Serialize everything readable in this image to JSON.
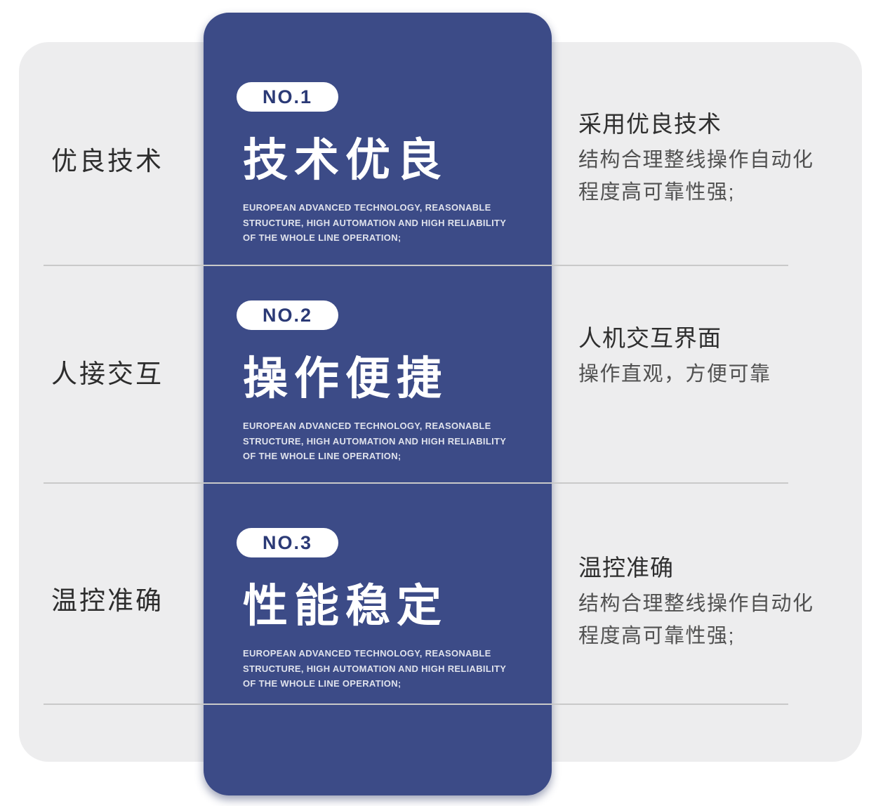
{
  "colors": {
    "page_background": "#ffffff",
    "panel_background": "#ededee",
    "blue_panel": "#3c4b87",
    "badge_background": "#ffffff",
    "badge_text": "#2b3a76",
    "divider": "#c9c9c9",
    "title_text": "#ffffff",
    "label_text": "#2d2d2d",
    "body_text": "#515151"
  },
  "sections": [
    {
      "badge": "NO.1",
      "title": "技术优良",
      "subtitle_en": "EUROPEAN ADVANCED TECHNOLOGY, REASONABLE\nSTRUCTURE, HIGH AUTOMATION AND HIGH RELIABILITY\nOF THE WHOLE LINE OPERATION;",
      "left_label": "优良技术",
      "right_heading": "采用优良技术",
      "right_body": "结构合理整线操作自动化\n程度高可靠性强;"
    },
    {
      "badge": "NO.2",
      "title": "操作便捷",
      "subtitle_en": "EUROPEAN ADVANCED TECHNOLOGY, REASONABLE\nSTRUCTURE, HIGH AUTOMATION AND HIGH RELIABILITY\nOF THE WHOLE LINE OPERATION;",
      "left_label": "人接交互",
      "right_heading": "人机交互界面",
      "right_body": "操作直观，方便可靠"
    },
    {
      "badge": "NO.3",
      "title": "性能稳定",
      "subtitle_en": "EUROPEAN ADVANCED TECHNOLOGY, REASONABLE\nSTRUCTURE, HIGH AUTOMATION AND HIGH RELIABILITY\nOF THE WHOLE LINE OPERATION;",
      "left_label": "温控准确",
      "right_heading": "温控准确",
      "right_body": "结构合理整线操作自动化\n程度高可靠性强;"
    }
  ]
}
